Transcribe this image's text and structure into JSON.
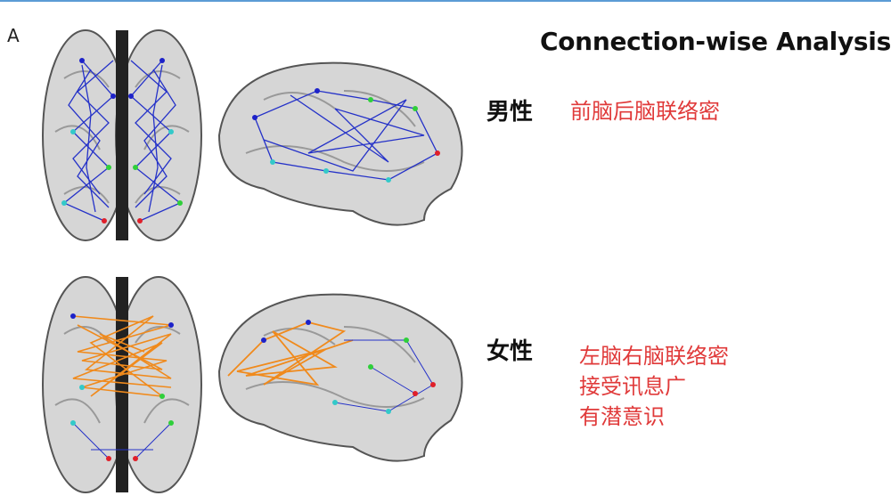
{
  "panel_label": "A",
  "title": "Connection-wise Analysis",
  "male": {
    "label": "男性",
    "note": "前脑后脑联络密",
    "edge_color": "#2431c8"
  },
  "female": {
    "label": "女性",
    "notes": [
      "左脑右脑联络密",
      "接受讯息广",
      "有潜意识"
    ],
    "edge_color": "#f08a1c",
    "minor_edge_color": "#2431c8"
  },
  "note_color": "#e03a3a",
  "node_colors": [
    "#1d22c9",
    "#2fcf3a",
    "#33c9c9",
    "#e0202a"
  ]
}
